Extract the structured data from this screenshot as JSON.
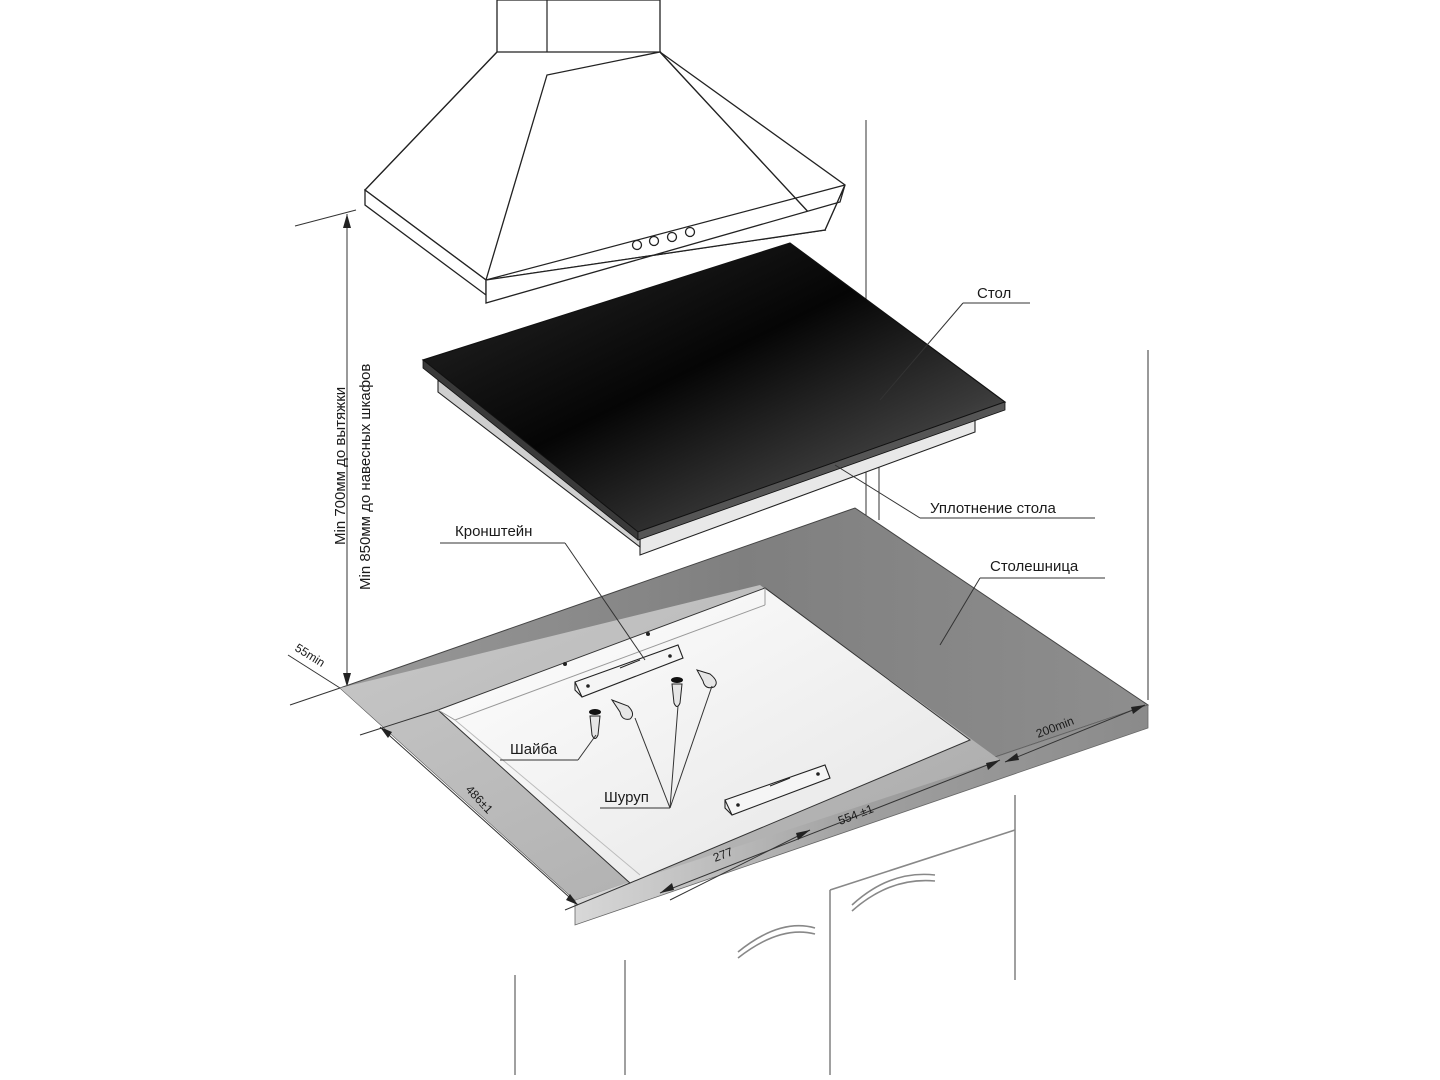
{
  "colors": {
    "countertop": "#8a8a8a",
    "countertop_edge": "#b8b8b8",
    "cutout": "#f2f2f2",
    "glass_dark": "#111111",
    "line": "#222222"
  },
  "labels": {
    "stol": "Стол",
    "uplotnenie": "Уплотнение стола",
    "kronshtein": "Кронштейн",
    "stoleshnitsa": "Столешница",
    "shaiba": "Шайба",
    "shurup": "Шуруп"
  },
  "dimensions": {
    "height_line1": "Min 700мм до вытяжки",
    "height_line2": "Min 850мм до навесных шкафов",
    "front_gap": "55min",
    "depth": "486±1",
    "width": "554 ±1",
    "half_width": "277",
    "side_gap": "200min"
  }
}
